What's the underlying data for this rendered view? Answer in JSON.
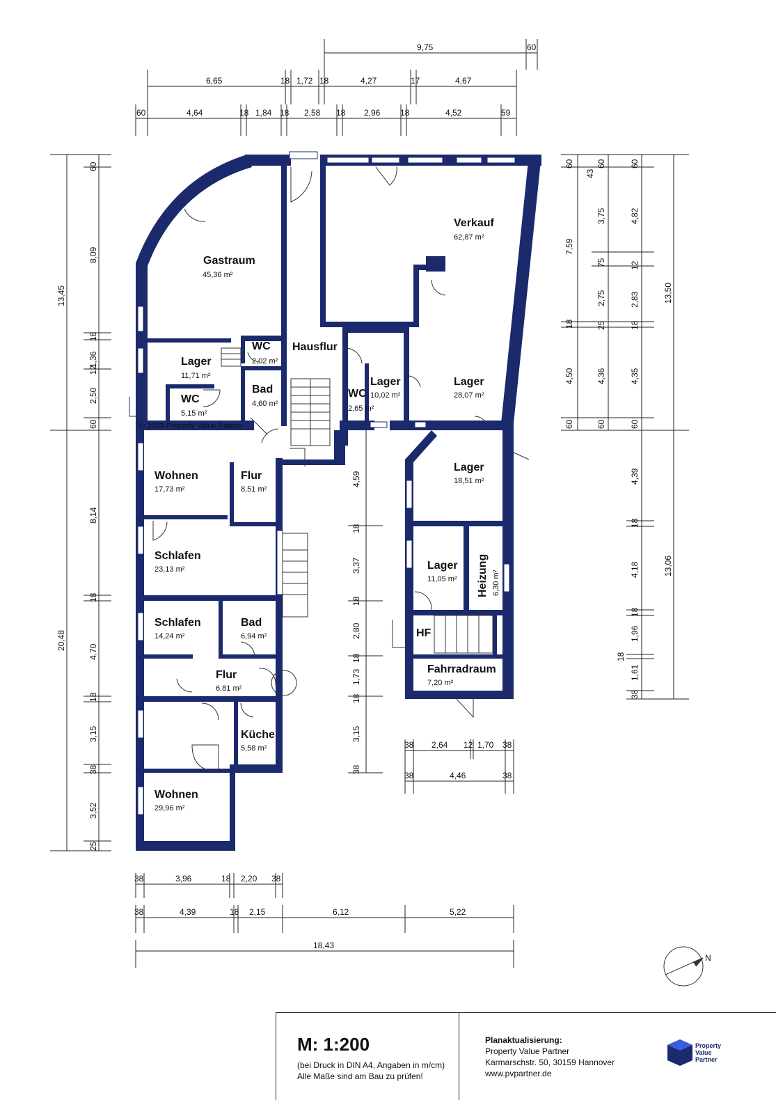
{
  "colors": {
    "wall": "#1a2a6c",
    "dimension": "#222222"
  },
  "copyright": "© 2023 Property Value Partner",
  "north_label": "N",
  "rooms": {
    "gastraum": {
      "name": "Gastraum",
      "area": "45,36 m²"
    },
    "verkauf": {
      "name": "Verkauf",
      "area": "62,87 m²"
    },
    "hausflur": {
      "name": "Hausflur"
    },
    "wc1": {
      "name": "WC",
      "area": "2,02 m²"
    },
    "lager1": {
      "name": "Lager",
      "area": "11,71 m²"
    },
    "wc2": {
      "name": "WC",
      "area": "5,15 m²"
    },
    "bad1": {
      "name": "Bad",
      "area": "4,60 m²"
    },
    "wc3": {
      "name": "WC",
      "area": "2,65 m²"
    },
    "lager2": {
      "name": "Lager",
      "area": "10,02 m²"
    },
    "lager3": {
      "name": "Lager",
      "area": "28,07 m²"
    },
    "wohnen1": {
      "name": "Wohnen",
      "area": "17,73 m²"
    },
    "flur1": {
      "name": "Flur",
      "area": "8,51 m²"
    },
    "lager4": {
      "name": "Lager",
      "area": "18,51 m²"
    },
    "schlafen1": {
      "name": "Schlafen",
      "area": "23,13 m²"
    },
    "lager5": {
      "name": "Lager",
      "area": "11,05 m²"
    },
    "heizung": {
      "name": "Heizung",
      "area": "6,30 m²"
    },
    "schlafen2": {
      "name": "Schlafen",
      "area": "14,24 m²"
    },
    "bad2": {
      "name": "Bad",
      "area": "6,94 m²"
    },
    "hf": {
      "name": "HF"
    },
    "fahrradraum": {
      "name": "Fahrradraum",
      "area": "7,20 m²"
    },
    "flur2": {
      "name": "Flur",
      "area": "6,81 m²"
    },
    "kueche": {
      "name": "Küche",
      "area": "5,58 m²"
    },
    "wohnen2": {
      "name": "Wohnen",
      "area": "29,96 m²"
    }
  },
  "dims": {
    "top1": [
      "9,75",
      "60"
    ],
    "top2": [
      "6,65",
      "18",
      "1,72",
      "18",
      "4,27",
      "17",
      "4,67"
    ],
    "top3": [
      "60",
      "4,64",
      "18",
      "1,84",
      "18",
      "2,58",
      "18",
      "2,96",
      "18",
      "4,52",
      "59"
    ],
    "left_outer": [
      "13,45",
      "20,48"
    ],
    "left_inner": [
      "60",
      "8,09",
      "18",
      "1,36",
      "12",
      "2,50",
      "60",
      "8,14",
      "18",
      "4,70",
      "18",
      "3,15",
      "38",
      "3,52",
      "25"
    ],
    "mid_col": [
      "4,59",
      "18",
      "3,37",
      "18",
      "2,80",
      "18",
      "1,73",
      "18",
      "3,15",
      "38"
    ],
    "right_a": [
      "60",
      "43",
      "7,59",
      "18",
      "4,50",
      "60"
    ],
    "right_b": [
      "60",
      "3,75",
      "75",
      "2,75",
      "25",
      "4,36",
      "60"
    ],
    "right_c": [
      "60",
      "4,82",
      "12",
      "2,83",
      "18",
      "4,35",
      "60",
      "4,39",
      "18",
      "4,18",
      "18",
      "1,96",
      "18",
      "1,61",
      "38"
    ],
    "right_outer": [
      "13,50",
      "13,06"
    ],
    "fr_row1": [
      "38",
      "2,64",
      "12",
      "1,70",
      "38"
    ],
    "fr_row2": [
      "38",
      "4,46",
      "38"
    ],
    "bottom1": [
      "38",
      "3,96",
      "18",
      "2,20",
      "38"
    ],
    "bottom2": [
      "38",
      "4,39",
      "18",
      "2,15",
      "6,12",
      "5,22"
    ],
    "bottom_total": "18,43"
  },
  "titleblock": {
    "scale": "M: 1:200",
    "note1": "(bei Druck in DIN A4, Angaben in m/cm)",
    "note2": "Alle Maße sind am Bau zu prüfen!",
    "heading": "Planaktualisierung:",
    "company": "Property Value Partner",
    "address": "Karmarschstr. 50, 30159 Hannover",
    "website": "www.pvpartner.de",
    "logo_text": [
      "Property",
      "Value",
      "Partner"
    ]
  }
}
